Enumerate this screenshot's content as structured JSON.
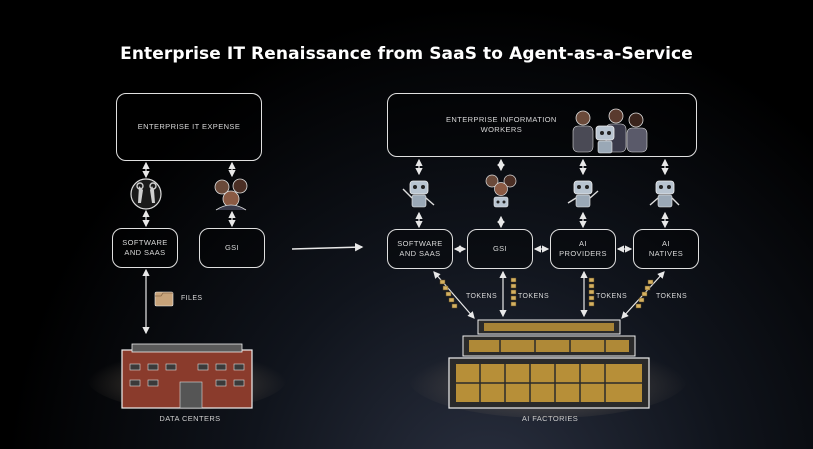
{
  "title": "Enterprise IT Renaissance from SaaS to Agent-as-a-Service",
  "left": {
    "top_box": "ENTERPRISE IT EXPENSE",
    "software_box": [
      "SOFTWARE",
      "AND SAAS"
    ],
    "gsi_box": "GSI",
    "files_label": "FILES",
    "datacenter_label": "DATA CENTERS"
  },
  "right": {
    "top_box": [
      "ENTERPRISE INFORMATION",
      "WORKERS"
    ],
    "software_box": [
      "SOFTWARE",
      "AND SAAS"
    ],
    "gsi_box": "GSI",
    "providers_box": [
      "AI",
      "PROVIDERS"
    ],
    "natives_box": [
      "AI",
      "NATIVES"
    ],
    "tokens_label": "TOKENS",
    "factory_label": "AI FACTORIES"
  },
  "colors": {
    "background": "#000000",
    "outline": "#e0e0e0",
    "brick": "#8a3b2c",
    "token_gold": "#d4b060"
  }
}
